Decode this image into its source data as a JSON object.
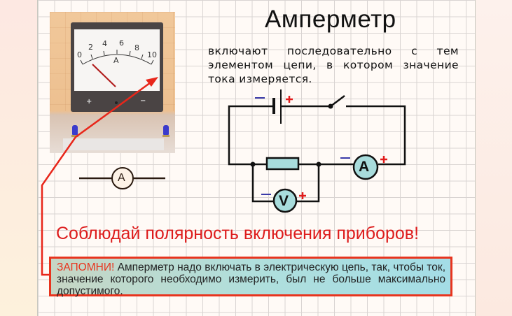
{
  "title": "Амперметр",
  "description": "включают последовательно с тем элементом цепи, в котором значение тока измеряется.",
  "photo": {
    "scale_labels": [
      "0",
      "2",
      "4",
      "6",
      "8",
      "10"
    ],
    "unit_label": "A",
    "terminal_plus": "+",
    "terminal_minus": "−"
  },
  "symbol": {
    "label": "A"
  },
  "circuit": {
    "ammeter_label": "A",
    "voltmeter_label": "V",
    "plus": "+",
    "minus": "−",
    "colors": {
      "plus": "#e01b1b",
      "minus": "#3a3aa8",
      "device_fill": "#a8dcdc",
      "wire": "#111111"
    }
  },
  "warning": "Соблюдай полярность включения приборов!",
  "note": {
    "label": "ЗАПОМНИ!",
    "text": " Амперметр надо включать в электрическую цепь, так, чтобы ток, значение которого необходимо измерить, был не больше максимально допустимого."
  },
  "colors": {
    "accent_red": "#dd1c1c",
    "note_border": "#e8341e",
    "arrow": "#e8261a"
  }
}
